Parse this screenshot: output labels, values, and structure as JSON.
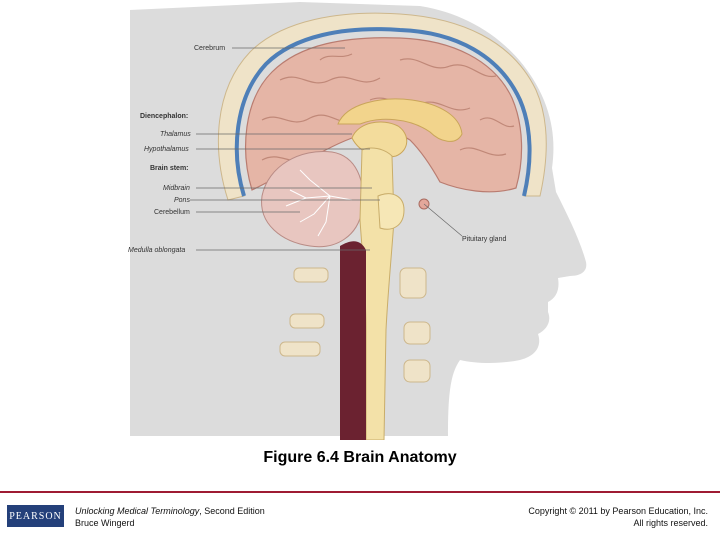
{
  "figure": {
    "labels": {
      "cerebrum": "Cerebrum",
      "diencephalon": "Diencephalon:",
      "thalamus": "Thalamus",
      "hypothalamus": "Hypothalamus",
      "brain_stem": "Brain stem:",
      "midbrain": "Midbrain",
      "pons": "Pons",
      "cerebellum": "Cerebellum",
      "medulla": "Medulla oblongata",
      "pituitary": "Pituitary gland"
    }
  },
  "caption": "Figure 6.4   Brain Anatomy",
  "footer": {
    "logo_text": "PEARSON",
    "book_title": "Unlocking Medical Terminology",
    "book_edition": ", Second Edition",
    "author": "Bruce Wingerd",
    "copyright_line1": "Copyright © 2011 by Pearson Education, Inc.",
    "copyright_line2": "All rights reserved."
  }
}
